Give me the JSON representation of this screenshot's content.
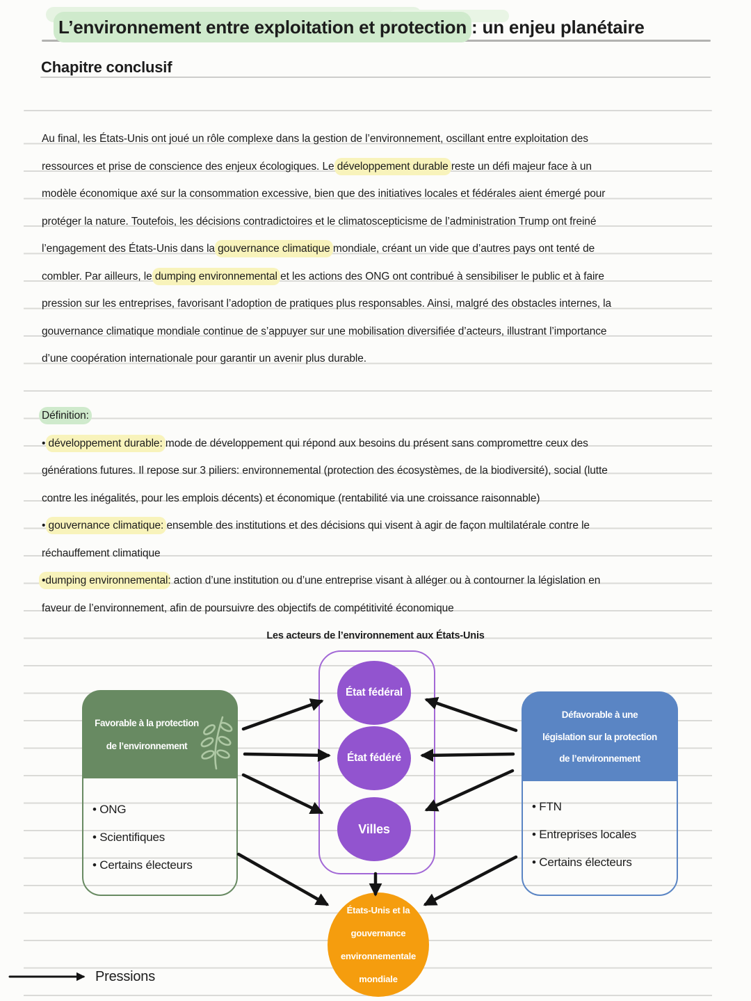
{
  "page": {
    "title_segments": [
      {
        "t": "L’environnement entre exploitation et protection",
        "hl": "green"
      },
      {
        "t": " : un enjeu planétaire"
      }
    ],
    "subtitle": "Chapitre conclusif",
    "paragraph": {
      "lines": [
        [
          {
            "t": "Au final, les États-Unis ont joué un rôle complexe dans la gestion de l’environnement, oscillant entre exploitation des"
          }
        ],
        [
          {
            "t": "ressources et prise de conscience des enjeux écologiques. Le "
          },
          {
            "t": "développement durable",
            "hl": "yellow"
          },
          {
            "t": " reste un défi majeur face à un"
          }
        ],
        [
          {
            "t": "modèle économique axé sur la consommation excessive, bien que des initiatives locales et fédérales aient émergé pour"
          }
        ],
        [
          {
            "t": "protéger la nature. Toutefois, les décisions contradictoires et le climatoscepticisme de l’administration Trump ont freiné"
          }
        ],
        [
          {
            "t": "l’engagement des États-Unis dans la "
          },
          {
            "t": "gouvernance climatique",
            "hl": "yellow"
          },
          {
            "t": " mondiale, créant un vide que d’autres pays ont tenté de"
          }
        ],
        [
          {
            "t": "combler. Par ailleurs, le "
          },
          {
            "t": "dumping environnemental",
            "hl": "yellow"
          },
          {
            "t": " et les actions des ONG ont contribué à sensibiliser le public et à faire"
          }
        ],
        [
          {
            "t": "pression sur les entreprises, favorisant l’adoption de pratiques plus responsables. Ainsi, malgré des obstacles internes, la"
          }
        ],
        [
          {
            "t": "gouvernance climatique mondiale continue de s’appuyer sur une mobilisation diversifiée d’acteurs, illustrant l’importance"
          }
        ],
        [
          {
            "t": "d’une coopération internationale pour garantir un avenir plus durable."
          }
        ]
      ]
    },
    "definitions": {
      "lines": [
        [
          {
            "t": "Définition:",
            "hl": "green"
          }
        ],
        [
          {
            "t": "• "
          },
          {
            "t": "développement durable:",
            "hl": "yellow"
          },
          {
            "t": " mode de développement qui répond aux besoins du présent sans compromettre ceux des"
          }
        ],
        [
          {
            "t": "générations futures. Il repose sur 3 piliers: environnemental (protection des écosystèmes, de la biodiversité), social (lutte"
          }
        ],
        [
          {
            "t": "contre les inégalités, pour les emplois décents) et économique (rentabilité via une croissance raisonnable)"
          }
        ],
        [
          {
            "t": "• "
          },
          {
            "t": "gouvernance climatique:",
            "hl": "yellow"
          },
          {
            "t": " ensemble des institutions et des décisions qui visent à agir de façon multilatérale contre le"
          }
        ],
        [
          {
            "t": "réchauffement climatique"
          }
        ],
        [
          {
            "t": "•dumping environnemental",
            "hl": "yellow"
          },
          {
            "t": ": action d’une institution ou d’une entreprise visant à alléger ou à contourner la législation en"
          }
        ],
        [
          {
            "t": "faveur de l’environnement, afin de poursuivre des objectifs de compétitivité économique"
          }
        ]
      ]
    }
  },
  "diagram": {
    "title": "Les acteurs de l’environnement aux États-Unis",
    "left_box": {
      "header_lines": [
        "Favorable à la protection",
        "de l’environnement"
      ],
      "items": [
        "• ONG",
        "• Scientifiques",
        "• Certains électeurs"
      ],
      "icon": "plant-sprig-icon",
      "color": "#688a62"
    },
    "right_box": {
      "header_lines": [
        "Défavorable à une",
        "législation sur la protection",
        "de l’environnement"
      ],
      "items": [
        "• FTN",
        "• Entreprises locales",
        "• Certains électeurs"
      ],
      "color": "#5a85c4"
    },
    "center_nodes": [
      "État fédéral",
      "État fédéré",
      "Villes"
    ],
    "bottom_node_lines": [
      "États-Unis et la",
      "gouvernance",
      "environnementale",
      "mondiale"
    ],
    "legend": {
      "arrow_label": "Pressions"
    },
    "colors": {
      "node": "#9254cf",
      "container_border": "#a268d6",
      "bottom_node": "#f59d0e",
      "arrow": "#141414",
      "highlight_green": "#cfeacc",
      "highlight_yellow": "#f8f3bb"
    }
  }
}
